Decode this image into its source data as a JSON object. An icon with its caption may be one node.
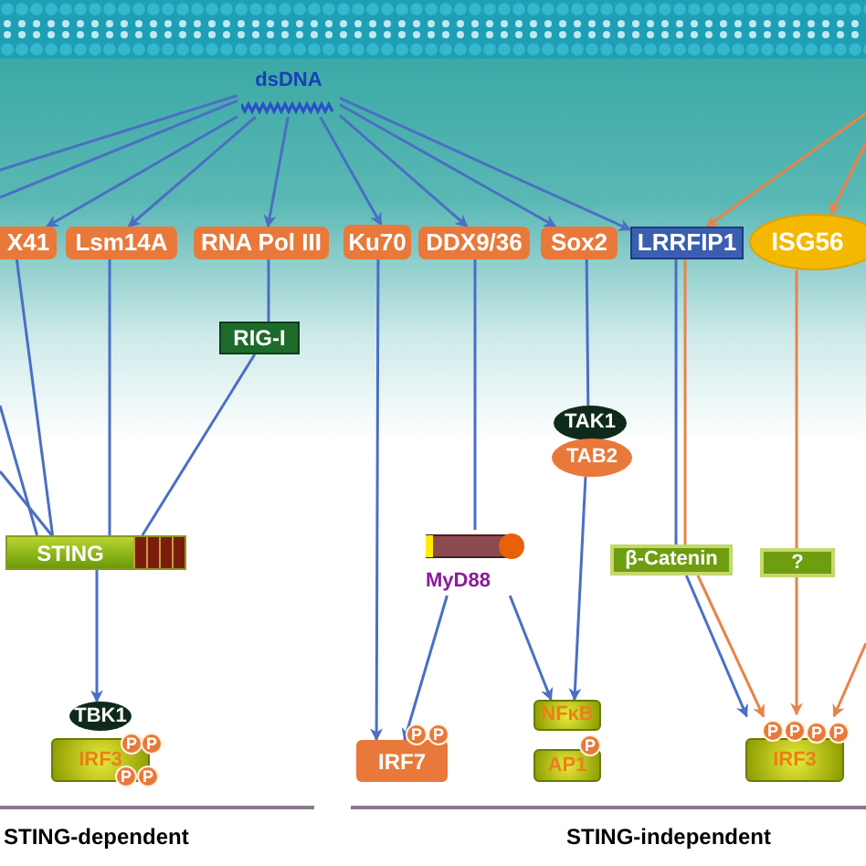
{
  "diagram": {
    "nodes": [
      {
        "text": [
          "dsDNA"
        ]
      },
      {
        "text": [
          "X41"
        ]
      },
      {
        "text": [
          "Lsm14A"
        ]
      },
      {
        "text": [
          "RNA Pol III"
        ]
      },
      {
        "text": [
          "Ku70"
        ]
      },
      {
        "text": [
          "DDX9/36"
        ]
      },
      {
        "text": [
          "Sox2"
        ]
      },
      {
        "text": [
          "LRRFIP1"
        ]
      },
      {
        "text": [
          "ISG56"
        ]
      },
      {
        "text": [
          "RIG-I"
        ]
      },
      {
        "text": [
          "STING"
        ]
      },
      {
        "text": [
          "TAK1"
        ]
      },
      {
        "text": [
          "TAB2"
        ]
      },
      {
        "text": [
          "MyD88"
        ]
      },
      {
        "text": [
          "β-Catenin"
        ]
      },
      {
        "text": [
          "?"
        ]
      },
      {
        "text": [
          "TBK1"
        ]
      },
      {
        "text": [
          "IRF3"
        ]
      },
      {
        "text": [
          "IRF7"
        ]
      },
      {
        "text": [
          "NFκB"
        ]
      },
      {
        "text": [
          "AP1"
        ]
      },
      {
        "text": [
          "IRF3"
        ]
      }
    ],
    "edges": [
      {
        "from": 0,
        "to": 1,
        "arrow": "to"
      },
      {
        "from": 0,
        "to": 2,
        "arrow": "to"
      },
      {
        "from": 0,
        "to": 3,
        "arrow": "to"
      },
      {
        "from": 0,
        "to": 4,
        "arrow": "to"
      },
      {
        "from": 0,
        "to": 5,
        "arrow": "to"
      },
      {
        "from": 0,
        "to": 6,
        "arrow": "to"
      },
      {
        "from": 0,
        "to": 7,
        "arrow": "to"
      },
      {
        "from": 0,
        "to": null,
        "arrow": "none"
      },
      {
        "from": 0,
        "to": null,
        "arrow": "none"
      },
      {
        "from": null,
        "to": 7,
        "arrow": "to",
        "color": "#e8834a"
      },
      {
        "from": null,
        "to": 8,
        "arrow": "to",
        "color": "#e8834a"
      },
      {
        "from": 1,
        "to": 10,
        "arrow": "none"
      },
      {
        "from": 2,
        "to": 10,
        "arrow": "none"
      },
      {
        "from": 3,
        "to": 9,
        "arrow": "none"
      },
      {
        "from": 9,
        "to": 10,
        "arrow": "none"
      },
      {
        "from": null,
        "to": 10,
        "arrow": "none"
      },
      {
        "from": null,
        "to": 10,
        "arrow": "none"
      },
      {
        "from": 10,
        "to": 16,
        "arrow": "to"
      },
      {
        "from": 4,
        "to": 18,
        "arrow": "to"
      },
      {
        "from": 5,
        "to": 13,
        "arrow": "none"
      },
      {
        "from": 13,
        "to": 18,
        "arrow": "to"
      },
      {
        "from": 13,
        "to": 19,
        "arrow": "to"
      },
      {
        "from": 6,
        "to": 11,
        "arrow": "none"
      },
      {
        "from": 12,
        "to": 19,
        "arrow": "to"
      },
      {
        "from": 7,
        "to": 14,
        "arrow": "none"
      },
      {
        "from": 7,
        "to": 14,
        "arrow": "none",
        "color": "#e8834a"
      },
      {
        "from": 8,
        "to": 15,
        "arrow": "none",
        "color": "#e8834a"
      },
      {
        "from": 14,
        "to": 21,
        "arrow": "to"
      },
      {
        "from": 14,
        "to": 21,
        "arrow": "to",
        "color": "#e8834a"
      },
      {
        "from": 15,
        "to": 21,
        "arrow": "to",
        "color": "#e8834a"
      },
      {
        "from": null,
        "to": 21,
        "arrow": "to",
        "color": "#e8834a"
      }
    ],
    "labels": [
      "P",
      "P",
      "P",
      "P",
      "P",
      "P",
      "P",
      "P",
      "P",
      "P",
      "P",
      "STING-dependent",
      "STING-independent"
    ]
  }
}
